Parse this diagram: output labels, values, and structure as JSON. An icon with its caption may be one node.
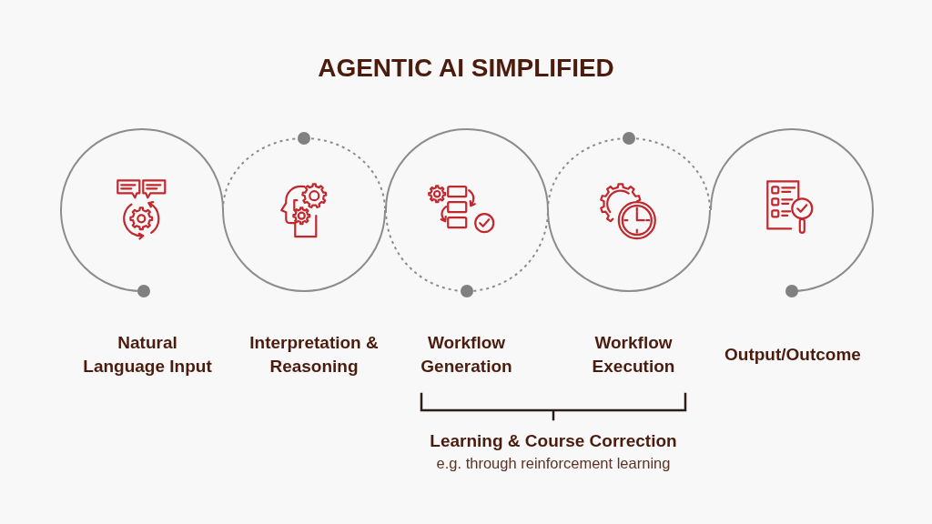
{
  "diagram": {
    "title": "AGENTIC AI SIMPLIFIED",
    "nodes": [
      {
        "text": [
          "Natural Language Input"
        ]
      },
      {
        "text": [
          "Interpretation & Reasoning"
        ]
      },
      {
        "text": [
          "Workflow Generation"
        ]
      },
      {
        "text": [
          "Workflow Execution"
        ]
      },
      {
        "text": [
          "Output/Outcome"
        ]
      }
    ],
    "labels": [
      "Learning & Course Correction",
      "e.g. through reinforcement learning"
    ]
  }
}
